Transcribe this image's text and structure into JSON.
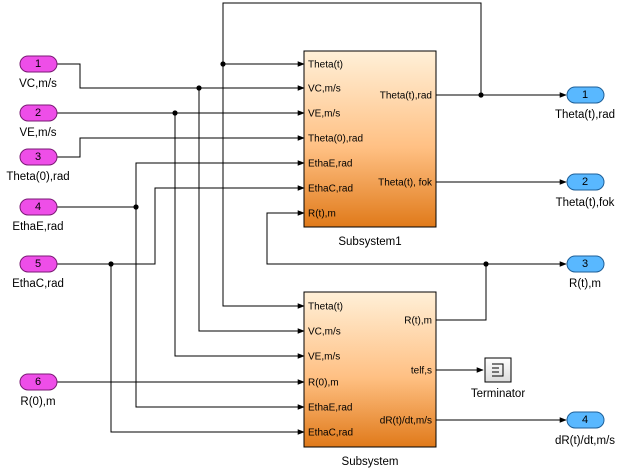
{
  "inports": [
    {
      "num": "1",
      "label": "VC,m/s"
    },
    {
      "num": "2",
      "label": "VE,m/s"
    },
    {
      "num": "3",
      "label": "Theta(0),rad"
    },
    {
      "num": "4",
      "label": "EthaE,rad"
    },
    {
      "num": "5",
      "label": "EthaC,rad"
    },
    {
      "num": "6",
      "label": "R(0),m"
    }
  ],
  "outports": [
    {
      "num": "1",
      "label": "Theta(t),rad"
    },
    {
      "num": "2",
      "label": "Theta(t),fok"
    },
    {
      "num": "3",
      "label": "R(t),m"
    },
    {
      "num": "4",
      "label": "dR(t)/dt,m/s"
    }
  ],
  "subsystem1": {
    "name": "Subsystem1",
    "inputs": [
      "Theta(t)",
      "VC,m/s",
      "VE,m/s",
      "Theta(0),rad",
      "EthaE,rad",
      "EthaC,rad",
      "R(t),m"
    ],
    "outputs": [
      "Theta(t),rad",
      "Theta(t), fok"
    ]
  },
  "subsystem": {
    "name": "Subsystem",
    "inputs": [
      "Theta(t)",
      "VC,m/s",
      "VE,m/s",
      "R(0),m",
      "EthaE,rad",
      "EthaC,rad"
    ],
    "outputs": [
      "R(t),m",
      "telf,s",
      "dR(t)/dt,m/s"
    ]
  },
  "terminator": {
    "name": "Terminator"
  },
  "colors": {
    "inport_fill": "#ee4ee8",
    "outport_fill": "#59b8ff",
    "subsystem_gradient_top": "#fff0d8",
    "subsystem_gradient_bottom": "#e07a1a"
  }
}
